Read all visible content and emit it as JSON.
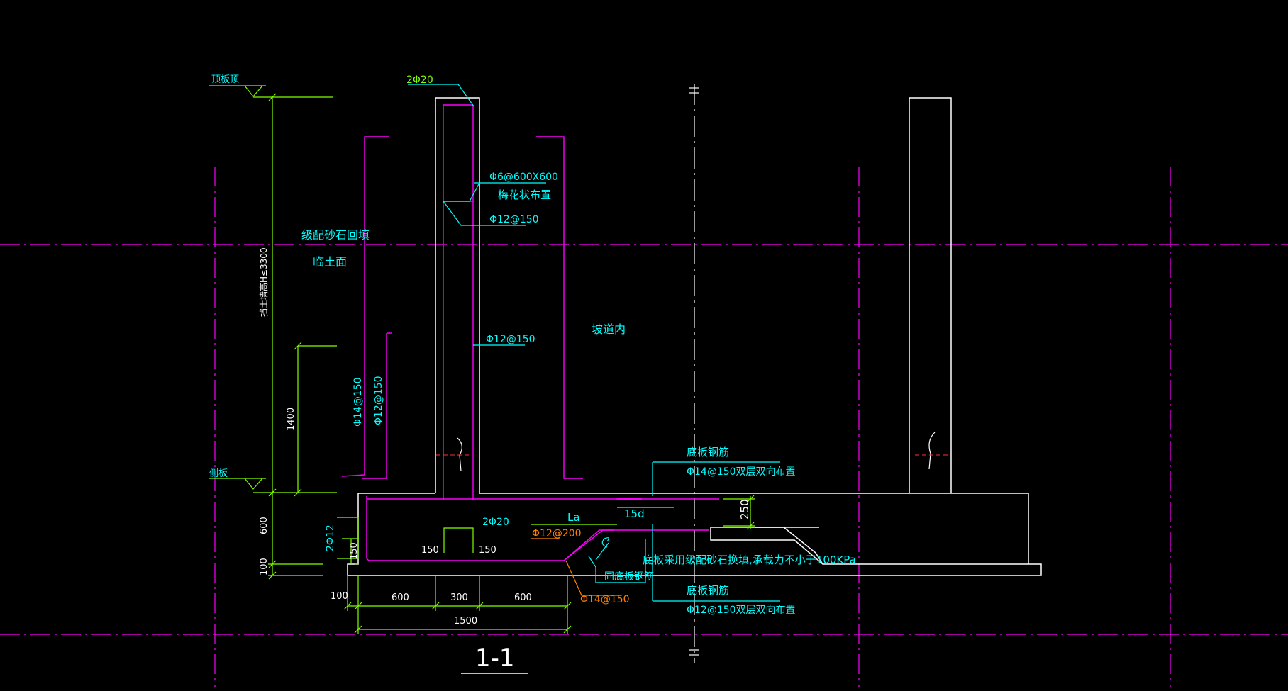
{
  "colors": {
    "background": "#000000",
    "concrete_outline": "#ffffff",
    "rebar": "#ff00ff",
    "axis": "#ff00ff",
    "dimension": "#7fff00",
    "leader": "#00ffff",
    "orange_leader": "#ff8000"
  },
  "labels": {
    "top_elevation": "顶板顶",
    "bottom_elevation": "侧板",
    "backfill": "级配砂石回填",
    "soil_face": "临土面",
    "inner_side": "坡道内",
    "wall_top_bar": "2Φ20",
    "tie_bar": "Φ6@600X600",
    "tie_bar_note": "梅花状布置",
    "horizontal_bar": "Φ12@150",
    "inner_vertical_bar": "Φ12@150",
    "outer_vertical_bar_1": "Φ14@150",
    "outer_vertical_bar_2": "Φ12@150",
    "base_bar_label_top": "底板钢筋",
    "base_bar_top": "Φ14@150双层双向布置",
    "base_bar_label_bottom": "底板钢筋",
    "base_bar_bottom": "Φ12@150双层双向布置",
    "foundation_note": "底板采用级配砂石换填,承载力不小于100KPa",
    "same_as_base": "同底板钢筋",
    "base_bar_bottom_orange": "Φ14@150",
    "base_bar_mid_orange": "Φ12@200",
    "side_bar": "2Φ12",
    "corner_bar": "2Φ20",
    "lap_la": "La",
    "lap_15d": "15d",
    "section_title": "1-1"
  },
  "dimensions": {
    "wall_height": "挡土墙高H≤3300",
    "wall_lower": "1400",
    "base_thickness": "600",
    "cushion": "100",
    "left_offset": "150",
    "kicker_left": "150",
    "kicker_right": "150",
    "base_right_thk": "250",
    "bottom_100": "100",
    "bottom_600a": "600",
    "bottom_300": "300",
    "bottom_600b": "600",
    "bottom_total": "1500"
  }
}
